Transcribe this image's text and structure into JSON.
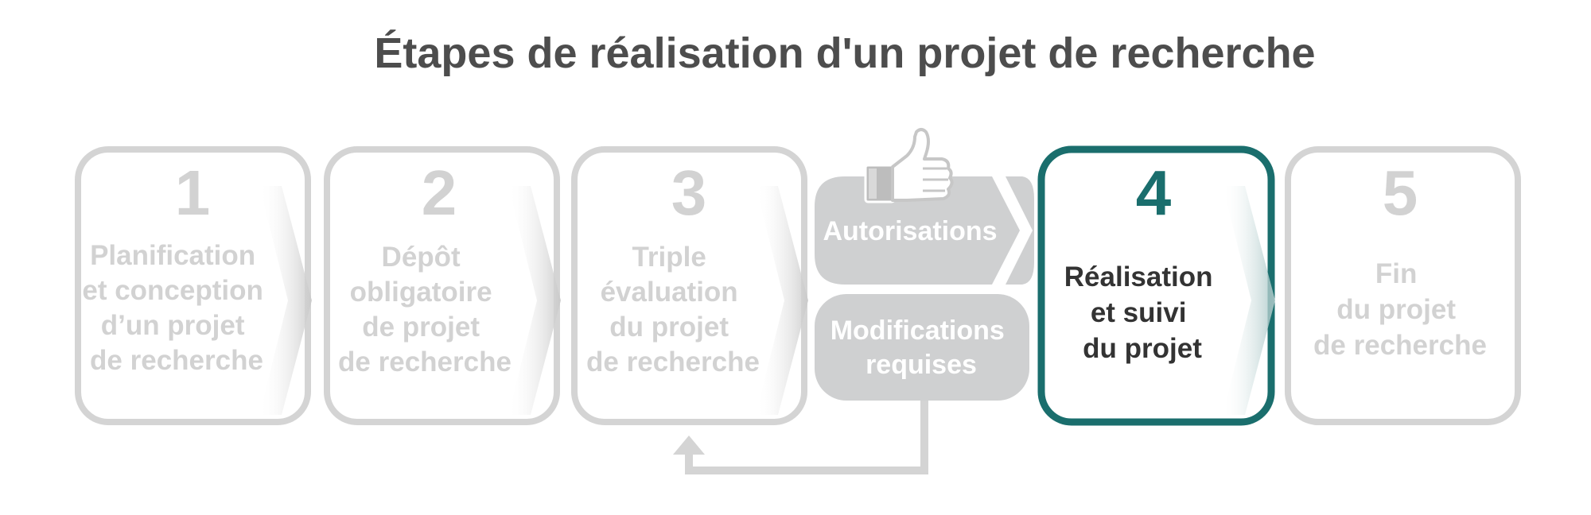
{
  "title": "Étapes de réalisation d'un projet de recherche",
  "colors": {
    "inactive_border": "#d4d4d4",
    "inactive_text": "#d2d2d2",
    "active_border": "#1a6e6d",
    "active_number": "#1a6e6d",
    "active_text": "#333333",
    "pill_fill": "#cfd0d1",
    "connector": "#d4d4d4"
  },
  "steps": [
    {
      "number": "1",
      "lines": [
        "Planification",
        "et conception",
        "d’un projet",
        "de recherche"
      ],
      "active": false
    },
    {
      "number": "2",
      "lines": [
        "Dépôt",
        "obligatoire",
        "de projet",
        "de recherche"
      ],
      "active": false
    },
    {
      "number": "3",
      "lines": [
        "Triple",
        "évaluation",
        "du projet",
        "de recherche"
      ],
      "active": false
    },
    {
      "number": "4",
      "lines": [
        "Réalisation",
        "et suivi",
        "du projet"
      ],
      "active": true
    },
    {
      "number": "5",
      "lines": [
        "Fin",
        "du projet",
        "de recherche"
      ],
      "active": false
    }
  ],
  "decision": {
    "approved": {
      "label": "Autorisations",
      "icon": "thumbs-up-icon"
    },
    "revision": {
      "lines": [
        "Modifications",
        "requises"
      ],
      "icon": "return-arrow-icon"
    }
  }
}
